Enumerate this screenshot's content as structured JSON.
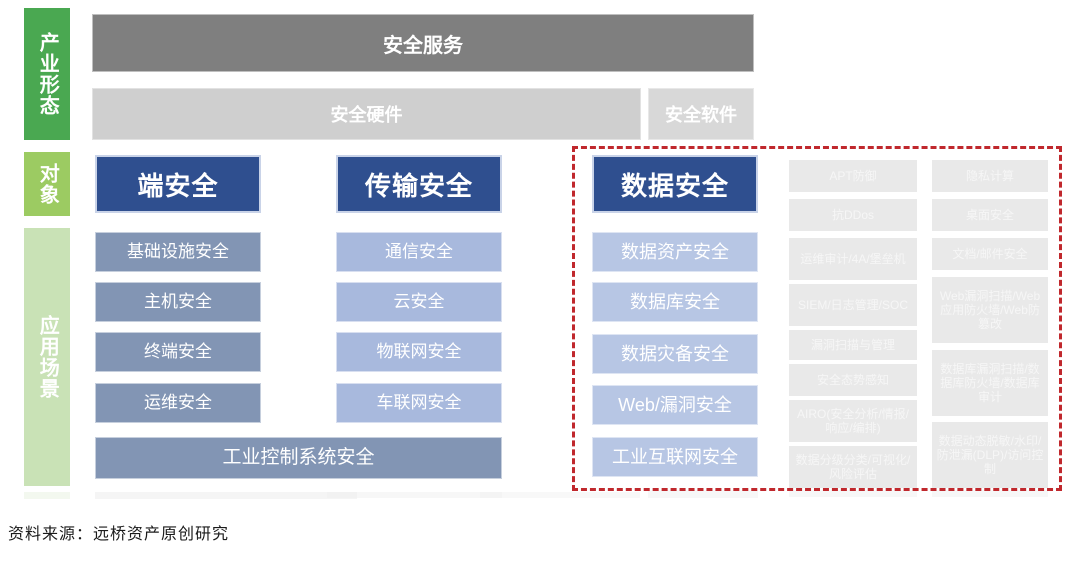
{
  "figure": {
    "source_caption": "资料来源：远桥资产原创研究"
  },
  "row_labels": [
    {
      "id": "industry-form",
      "text": "产业形态"
    },
    {
      "id": "object",
      "text": "对象"
    },
    {
      "id": "application-scenario",
      "text": "应用场景"
    }
  ],
  "industry_form": {
    "service": "安全服务",
    "hardware": "安全硬件",
    "software": "安全软件"
  },
  "columns": [
    {
      "id": "endpoint-security",
      "header": "端安全",
      "items": [
        "基础设施安全",
        "主机安全",
        "终端安全",
        "运维安全"
      ]
    },
    {
      "id": "transmission-security",
      "header": "传输安全",
      "items": [
        "通信安全",
        "云安全",
        "物联网安全",
        "车联网安全"
      ]
    },
    {
      "id": "data-security",
      "header": "数据安全",
      "items": [
        "数据资产安全",
        "数据库安全",
        "数据灾备安全",
        "Web/漏洞安全",
        "工业互联网安全"
      ]
    }
  ],
  "full_width_item": "工业控制系统安全",
  "product_columns": [
    {
      "id": "product-column-left",
      "items": [
        "APT防御",
        "抗DDos",
        "运维审计/4A/堡垒机",
        "SIEM/日志管理/SOC",
        "漏洞扫描与管理",
        "安全态势感知",
        "AIRO(安全分析/情报/响应/编排)",
        "数据分级分类/可视化/风险评估"
      ]
    },
    {
      "id": "product-column-right",
      "items": [
        "隐私计算",
        "桌面安全",
        "文档/邮件安全",
        "Web漏洞扫描/Web应用防火墙/Web防篡改",
        "数据库漏洞扫描/数据库防火墙/数据库审计",
        "数据动态脱敏/水印/防泄漏(DLP)/访问控制"
      ]
    }
  ],
  "colors": {
    "green_dark": "#4aa851",
    "green_mid": "#9ccb62",
    "green_pale": "#c9e2b6",
    "grey_service": "#7f7f7f",
    "grey_hardware": "#cfcfcf",
    "grey_software": "#d8d8d8",
    "blue_header": "#2f4f8f",
    "blue_steel": "#8295b4",
    "blue_light": "#a8b9dd",
    "blue_data": "#b7c6e4",
    "grey_product": "#dcdcdc",
    "red_dashed": "#c0282d"
  }
}
